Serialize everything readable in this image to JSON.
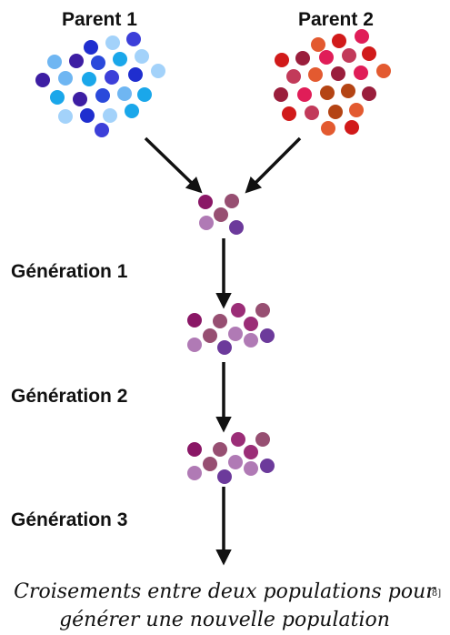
{
  "labels": {
    "parent1": "Parent 1",
    "parent2": "Parent 2",
    "generation1": "Génération 1",
    "generation2": "Génération 2",
    "generation3": "Génération 3"
  },
  "reference": "[8]",
  "caption": {
    "line1": "Croisements entre deux populations pour",
    "line2": "générer une nouvelle population"
  },
  "colors": {
    "parent1_palette": [
      "#1f2ecf",
      "#3c3fd9",
      "#6fb6f2",
      "#a3d2fa",
      "#1aa7ea",
      "#2a49db",
      "#3d1ea3"
    ],
    "parent2_palette": [
      "#e01d58",
      "#d11a1a",
      "#b44414",
      "#c23a5a",
      "#9a1e3c",
      "#e35a30",
      "#f07050"
    ],
    "offspring_palette": [
      "#8a1766",
      "#974f72",
      "#b07ab5",
      "#6c3a9b",
      "#9b2d77"
    ],
    "arrow": "#111111"
  }
}
